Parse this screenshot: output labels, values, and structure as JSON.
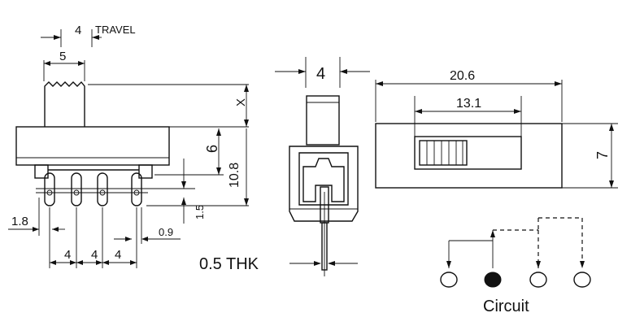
{
  "side_view": {
    "travel_value": "4",
    "travel_label": "TRAVEL",
    "actuator_width": "5",
    "dim_x": "X",
    "dim_6": "6",
    "dim_10_8": "10.8",
    "dim_1_5": "1.5",
    "dim_1_8": "1.8",
    "dim_0_9": "0.9",
    "pitch_1": "4",
    "pitch_2": "4",
    "pitch_3": "4"
  },
  "front_view": {
    "width": "4",
    "thickness": "0.5 THK"
  },
  "top_view": {
    "length": "20.6",
    "slot": "13.1",
    "height": "7"
  },
  "circuit": {
    "label": "Circuit"
  }
}
